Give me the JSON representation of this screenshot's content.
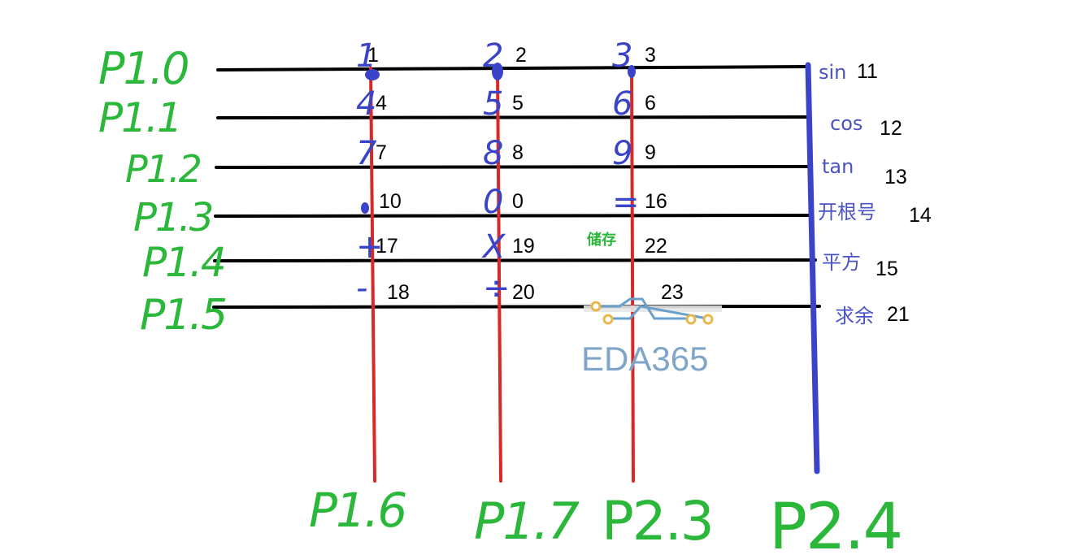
{
  "colors": {
    "row": "#000000",
    "col": "#d42a2a",
    "col4": "#3b44c8",
    "green": "#2bb83a",
    "blue": "#4a52c4",
    "watermark": "#7fa6c8"
  },
  "rows": [
    {
      "label": "P1.0"
    },
    {
      "label": "P1.1"
    },
    {
      "label": "P1.2"
    },
    {
      "label": "P1.3"
    },
    {
      "label": "P1.4"
    },
    {
      "label": "P1.5"
    }
  ],
  "columns": [
    {
      "label": "P1.6"
    },
    {
      "label": "P1.7"
    },
    {
      "label": "P2.3"
    },
    {
      "label": "P2.4"
    }
  ],
  "cells": [
    {
      "row": 0,
      "col": 0,
      "glyph": "1",
      "num": "1"
    },
    {
      "row": 0,
      "col": 1,
      "glyph": "2",
      "num": "2"
    },
    {
      "row": 0,
      "col": 2,
      "glyph": "3",
      "num": "3"
    },
    {
      "row": 1,
      "col": 0,
      "glyph": "4",
      "num": "4"
    },
    {
      "row": 1,
      "col": 1,
      "glyph": "5",
      "num": "5"
    },
    {
      "row": 1,
      "col": 2,
      "glyph": "6",
      "num": "6"
    },
    {
      "row": 2,
      "col": 0,
      "glyph": "7",
      "num": "7"
    },
    {
      "row": 2,
      "col": 1,
      "glyph": "8",
      "num": "8"
    },
    {
      "row": 2,
      "col": 2,
      "glyph": "9",
      "num": "9"
    },
    {
      "row": 3,
      "col": 0,
      "glyph": "",
      "num": "10"
    },
    {
      "row": 3,
      "col": 1,
      "glyph": "0",
      "num": "0"
    },
    {
      "row": 3,
      "col": 2,
      "glyph": "=",
      "num": "16"
    },
    {
      "row": 4,
      "col": 0,
      "glyph": "+",
      "num": "17"
    },
    {
      "row": 4,
      "col": 1,
      "glyph": "X",
      "num": "19"
    },
    {
      "row": 4,
      "col": 2,
      "glyph": "",
      "num": "22",
      "note": "储存"
    },
    {
      "row": 5,
      "col": 0,
      "glyph": "-",
      "num": "18"
    },
    {
      "row": 5,
      "col": 1,
      "glyph": "÷",
      "num": "20"
    },
    {
      "row": 5,
      "col": 2,
      "glyph": "",
      "num": "23"
    }
  ],
  "functions": [
    {
      "row": 0,
      "name": "sin",
      "num": "11"
    },
    {
      "row": 1,
      "name": "cos",
      "num": "12"
    },
    {
      "row": 2,
      "name": "tan",
      "num": "13"
    },
    {
      "row": 3,
      "name": "开根号",
      "num": "14"
    },
    {
      "row": 4,
      "name": "平方",
      "num": "15"
    },
    {
      "row": 5,
      "name": "求余",
      "num": "21"
    }
  ],
  "watermark": {
    "text": "EDA365"
  }
}
